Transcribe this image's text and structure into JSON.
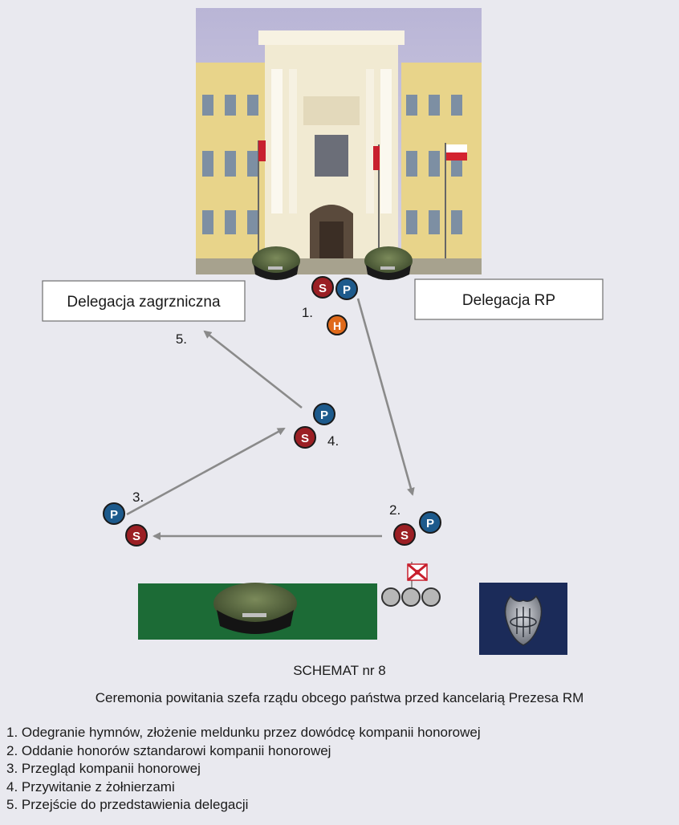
{
  "delegations": {
    "foreign": "Delegacja zagrzniczna",
    "polish": "Delegacja RP"
  },
  "person_markers": {
    "S": "S",
    "P": "P",
    "H": "H"
  },
  "step_labels": [
    "1.",
    "2.",
    "3.",
    "4.",
    "5."
  ],
  "schema_title": "SCHEMAT nr 8",
  "schema_subtitle": "Ceremonia powitania szefa rządu obcego państwa przed kancelarią Prezesa RM",
  "legend": [
    "1. Odegranie hymnów, złożenie meldunku przez dowódcę kompanii honorowej",
    "2. Oddanie honorów sztandarowi kompanii honorowej",
    "3. Przegląd kompanii honorowej",
    "4. Przywitanie z żołnierzami",
    "5. Przejście do przedstawienia delegacji"
  ],
  "colors": {
    "background": "#e9e9ef",
    "s_marker": "#9b1f24",
    "p_marker": "#1d5a8c",
    "h_marker": "#e06a1b",
    "arrow": "#8a8a8a",
    "company_block": "#1c6b36",
    "band_block": "#1b2b59"
  }
}
